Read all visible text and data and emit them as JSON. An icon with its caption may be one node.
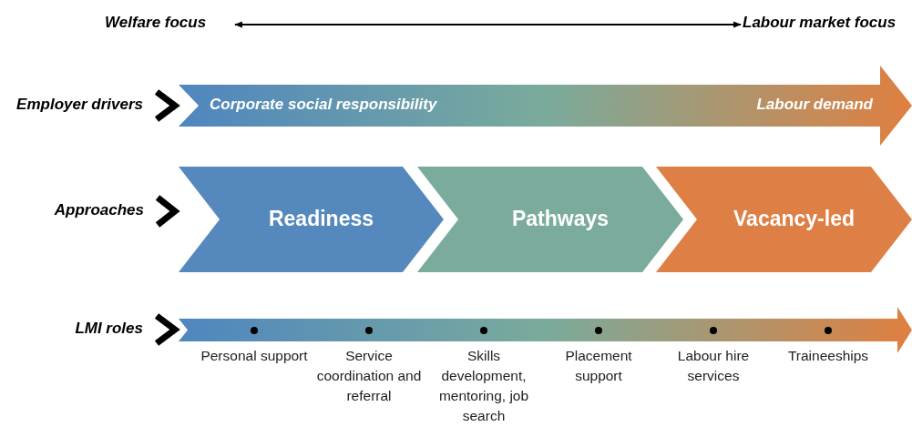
{
  "diagram": {
    "nodes": [
      {
        "text": [
          "Welfare focus"
        ]
      },
      {
        "text": [
          "Labour market focus"
        ]
      },
      {
        "text": [
          "Employer drivers"
        ]
      },
      {
        "text": [
          "Corporate social responsibility",
          "Labour demand"
        ]
      },
      {
        "text": [
          "Approaches"
        ]
      },
      {
        "text": [
          "Readiness"
        ]
      },
      {
        "text": [
          "Pathways"
        ]
      },
      {
        "text": [
          "Vacancy-led"
        ]
      },
      {
        "text": [
          "LMI roles"
        ]
      },
      {
        "text": [],
        "shape": "arrow"
      },
      {
        "text": [],
        "shape": "circle",
        "in": 9,
        "beside": [
          "Personal support"
        ]
      },
      {
        "text": [],
        "shape": "circle",
        "in": 9,
        "beside": [
          "Service coordination and referral"
        ]
      },
      {
        "text": [],
        "shape": "circle",
        "in": 9,
        "beside": [
          "Skills development, mentoring, job search"
        ]
      },
      {
        "text": [],
        "shape": "circle",
        "in": 9,
        "beside": [
          "Placement support"
        ]
      },
      {
        "text": [],
        "shape": "circle",
        "in": 9,
        "beside": [
          "Labour hire services"
        ]
      },
      {
        "text": [],
        "shape": "circle",
        "in": 9,
        "beside": [
          "Traineeships"
        ]
      }
    ],
    "edges": [
      {
        "from": 0,
        "to": 1,
        "arrow": "both"
      },
      {
        "from": 2,
        "to": 3,
        "arrow": "to"
      },
      {
        "from": 4,
        "to": 5,
        "arrow": "to"
      },
      {
        "from": 8,
        "to": 9,
        "arrow": "to"
      }
    ]
  }
}
